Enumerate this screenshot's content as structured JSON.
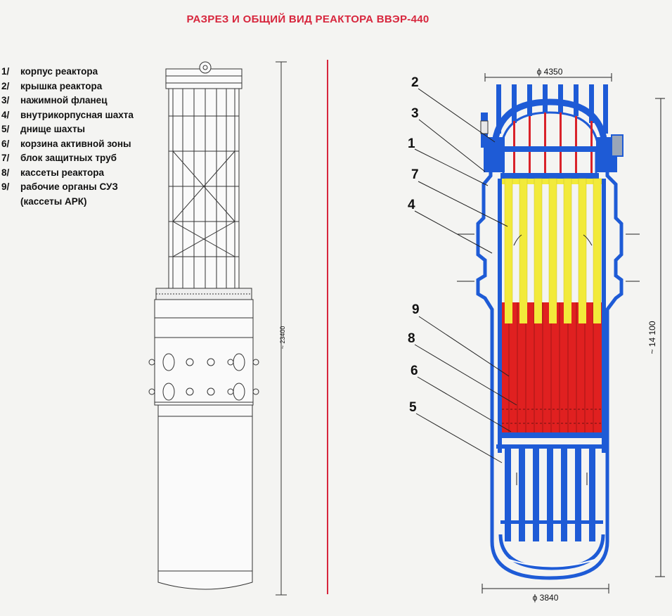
{
  "title": "РАЗРЕЗ И ОБЩИЙ ВИД РЕАКТОРА ВВЭР-440",
  "legend": [
    {
      "num": "1/",
      "text": "корпус реактора"
    },
    {
      "num": "2/",
      "text": "крышка реактора"
    },
    {
      "num": "3/",
      "text": "нажимной фланец"
    },
    {
      "num": "4/",
      "text": "внутрикорпусная шахта"
    },
    {
      "num": "5/",
      "text": "днище шахты"
    },
    {
      "num": "6/",
      "text": "корзина активной зоны"
    },
    {
      "num": "7/",
      "text": "блок защитных труб"
    },
    {
      "num": "8/",
      "text": "кассеты реактора"
    },
    {
      "num": "9/",
      "text": "рабочие органы СУЗ (кассеты АРК)"
    }
  ],
  "general_view": {
    "height_dimension": "~ 23400"
  },
  "section": {
    "callouts": [
      "2",
      "3",
      "1",
      "7",
      "4",
      "9",
      "8",
      "6",
      "5"
    ],
    "top_diameter": "ϕ 4350",
    "bottom_diameter": "ϕ 3840",
    "height_dimension": "~ 14 100"
  },
  "colors": {
    "title": "#d7263d",
    "vessel": "#1e5bd6",
    "protective_tubes": "#f2ea3a",
    "core": "#e02020",
    "control_rods": "#d9222a",
    "divider": "#d7263d"
  }
}
